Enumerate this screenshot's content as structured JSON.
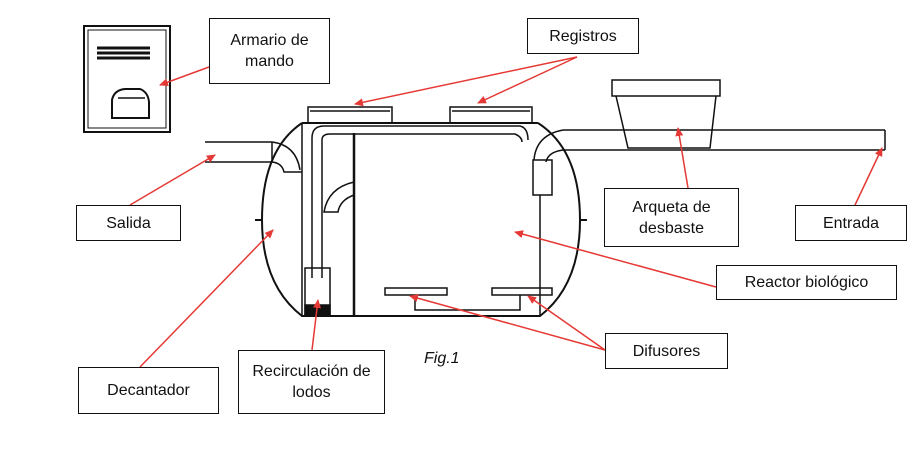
{
  "labels": {
    "armario": "Armario de mando",
    "registros": "Registros",
    "salida": "Salida",
    "arqueta": "Arqueta de desbaste",
    "entrada": "Entrada",
    "reactor": "Reactor biológico",
    "difusores": "Difusores",
    "recirculacion": "Recirculación de lodos",
    "decantador": "Decantador"
  },
  "caption": "Fig.1",
  "colors": {
    "arrow": "#e53935",
    "line": "#111111"
  }
}
